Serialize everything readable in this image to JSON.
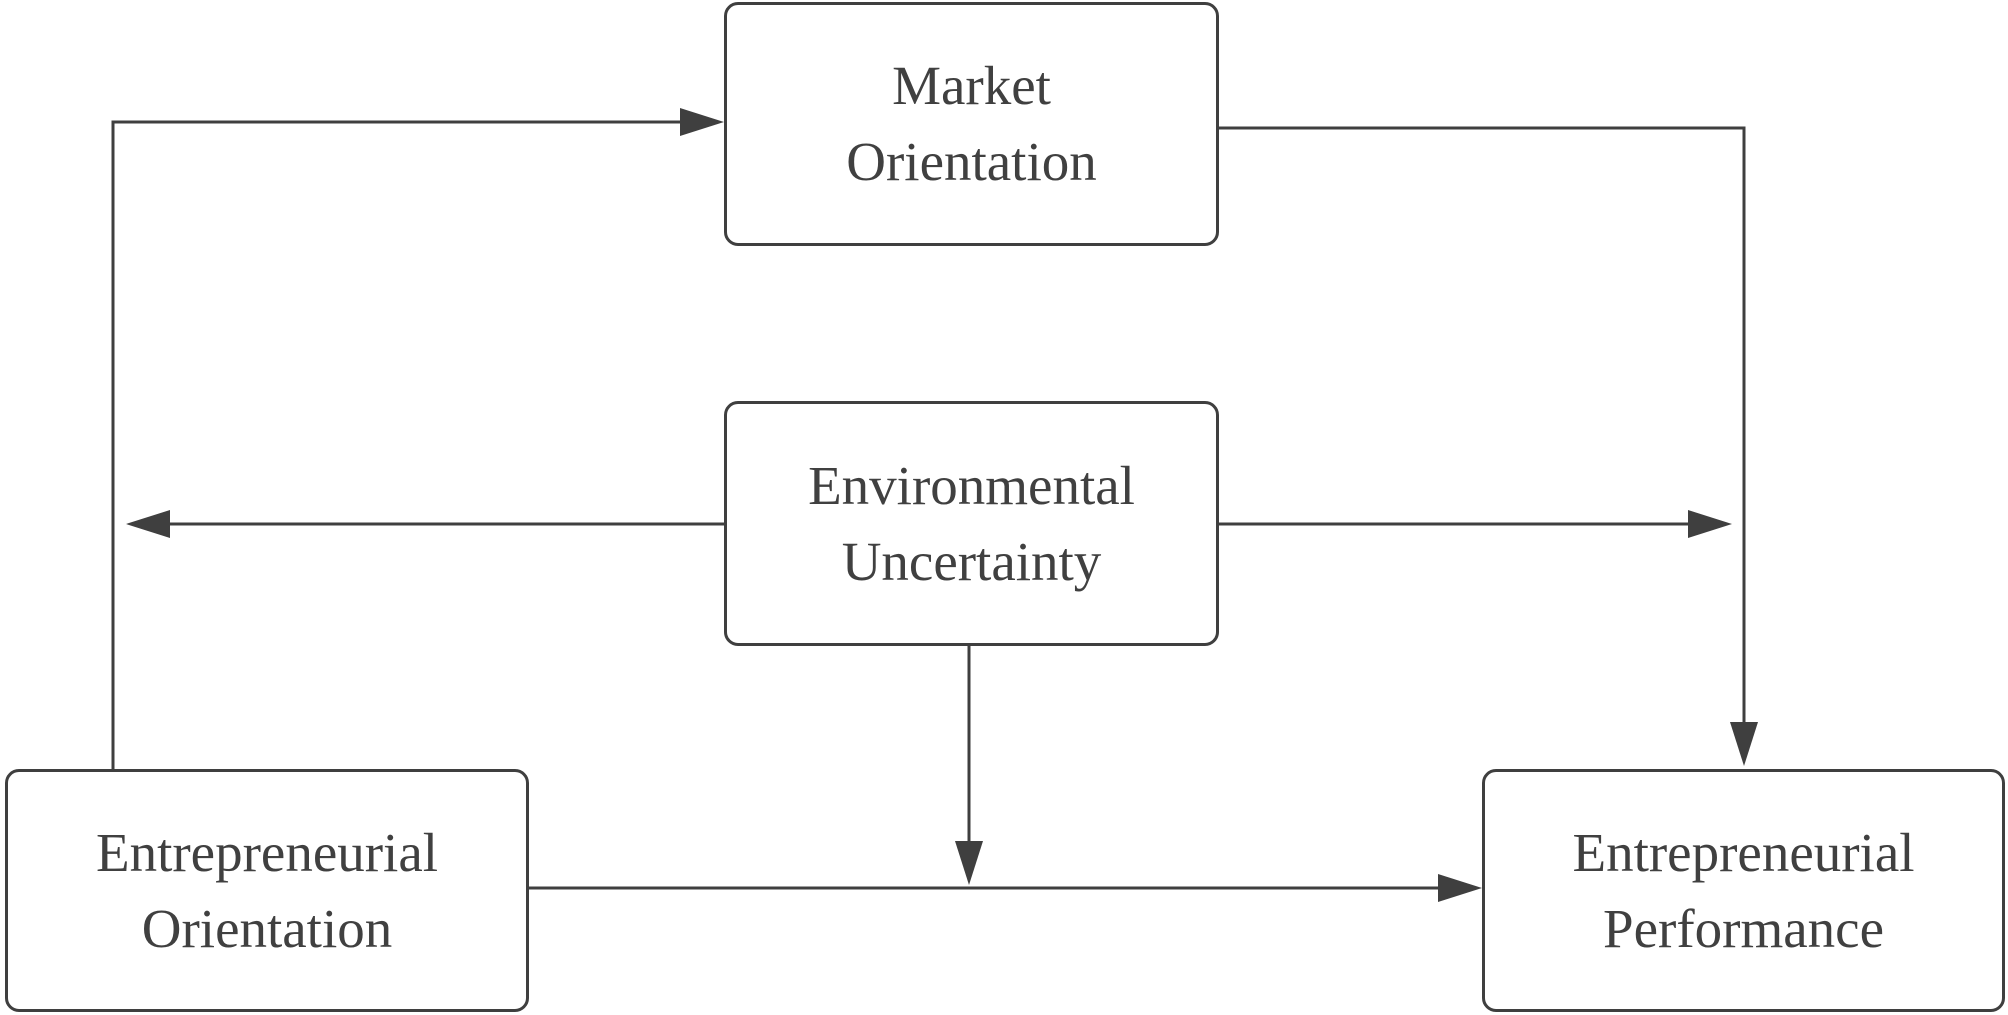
{
  "nodes": {
    "market_orientation": {
      "line1": "Market",
      "line2": "Orientation"
    },
    "environmental_uncertainty": {
      "line1": "Environmental",
      "line2": "Uncertainty"
    },
    "entrepreneurial_orientation": {
      "line1": "Entrepreneurial",
      "line2": "Orientation"
    },
    "entrepreneurial_performance": {
      "line1": "Entrepreneurial",
      "line2": "Performance"
    }
  },
  "edges": [
    {
      "from": "entrepreneurial_orientation",
      "to": "market_orientation"
    },
    {
      "from": "market_orientation",
      "to": "entrepreneurial_performance"
    },
    {
      "from": "entrepreneurial_orientation",
      "to": "entrepreneurial_performance"
    },
    {
      "from": "environmental_uncertainty",
      "to": "entrepreneurial_orientation-market_orientation path",
      "type": "moderation"
    },
    {
      "from": "environmental_uncertainty",
      "to": "market_orientation-entrepreneurial_performance path",
      "type": "moderation"
    },
    {
      "from": "environmental_uncertainty",
      "to": "entrepreneurial_orientation-entrepreneurial_performance path",
      "type": "moderation"
    }
  ],
  "colors": {
    "line": "#3f3f3f",
    "text": "#404040",
    "background": "#ffffff"
  }
}
